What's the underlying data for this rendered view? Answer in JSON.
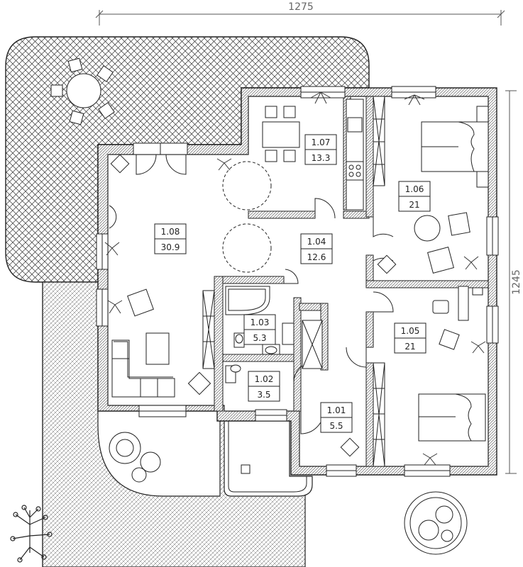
{
  "dimensions": {
    "width": "1275",
    "depth": "1245"
  },
  "rooms": [
    {
      "id": "1.01",
      "area": "5.5"
    },
    {
      "id": "1.02",
      "area": "3.5"
    },
    {
      "id": "1.03",
      "area": "5.3"
    },
    {
      "id": "1.04",
      "area": "12.6"
    },
    {
      "id": "1.05",
      "area": "21"
    },
    {
      "id": "1.06",
      "area": "21"
    },
    {
      "id": "1.07",
      "area": "13.3"
    },
    {
      "id": "1.08",
      "area": "30.9"
    }
  ]
}
